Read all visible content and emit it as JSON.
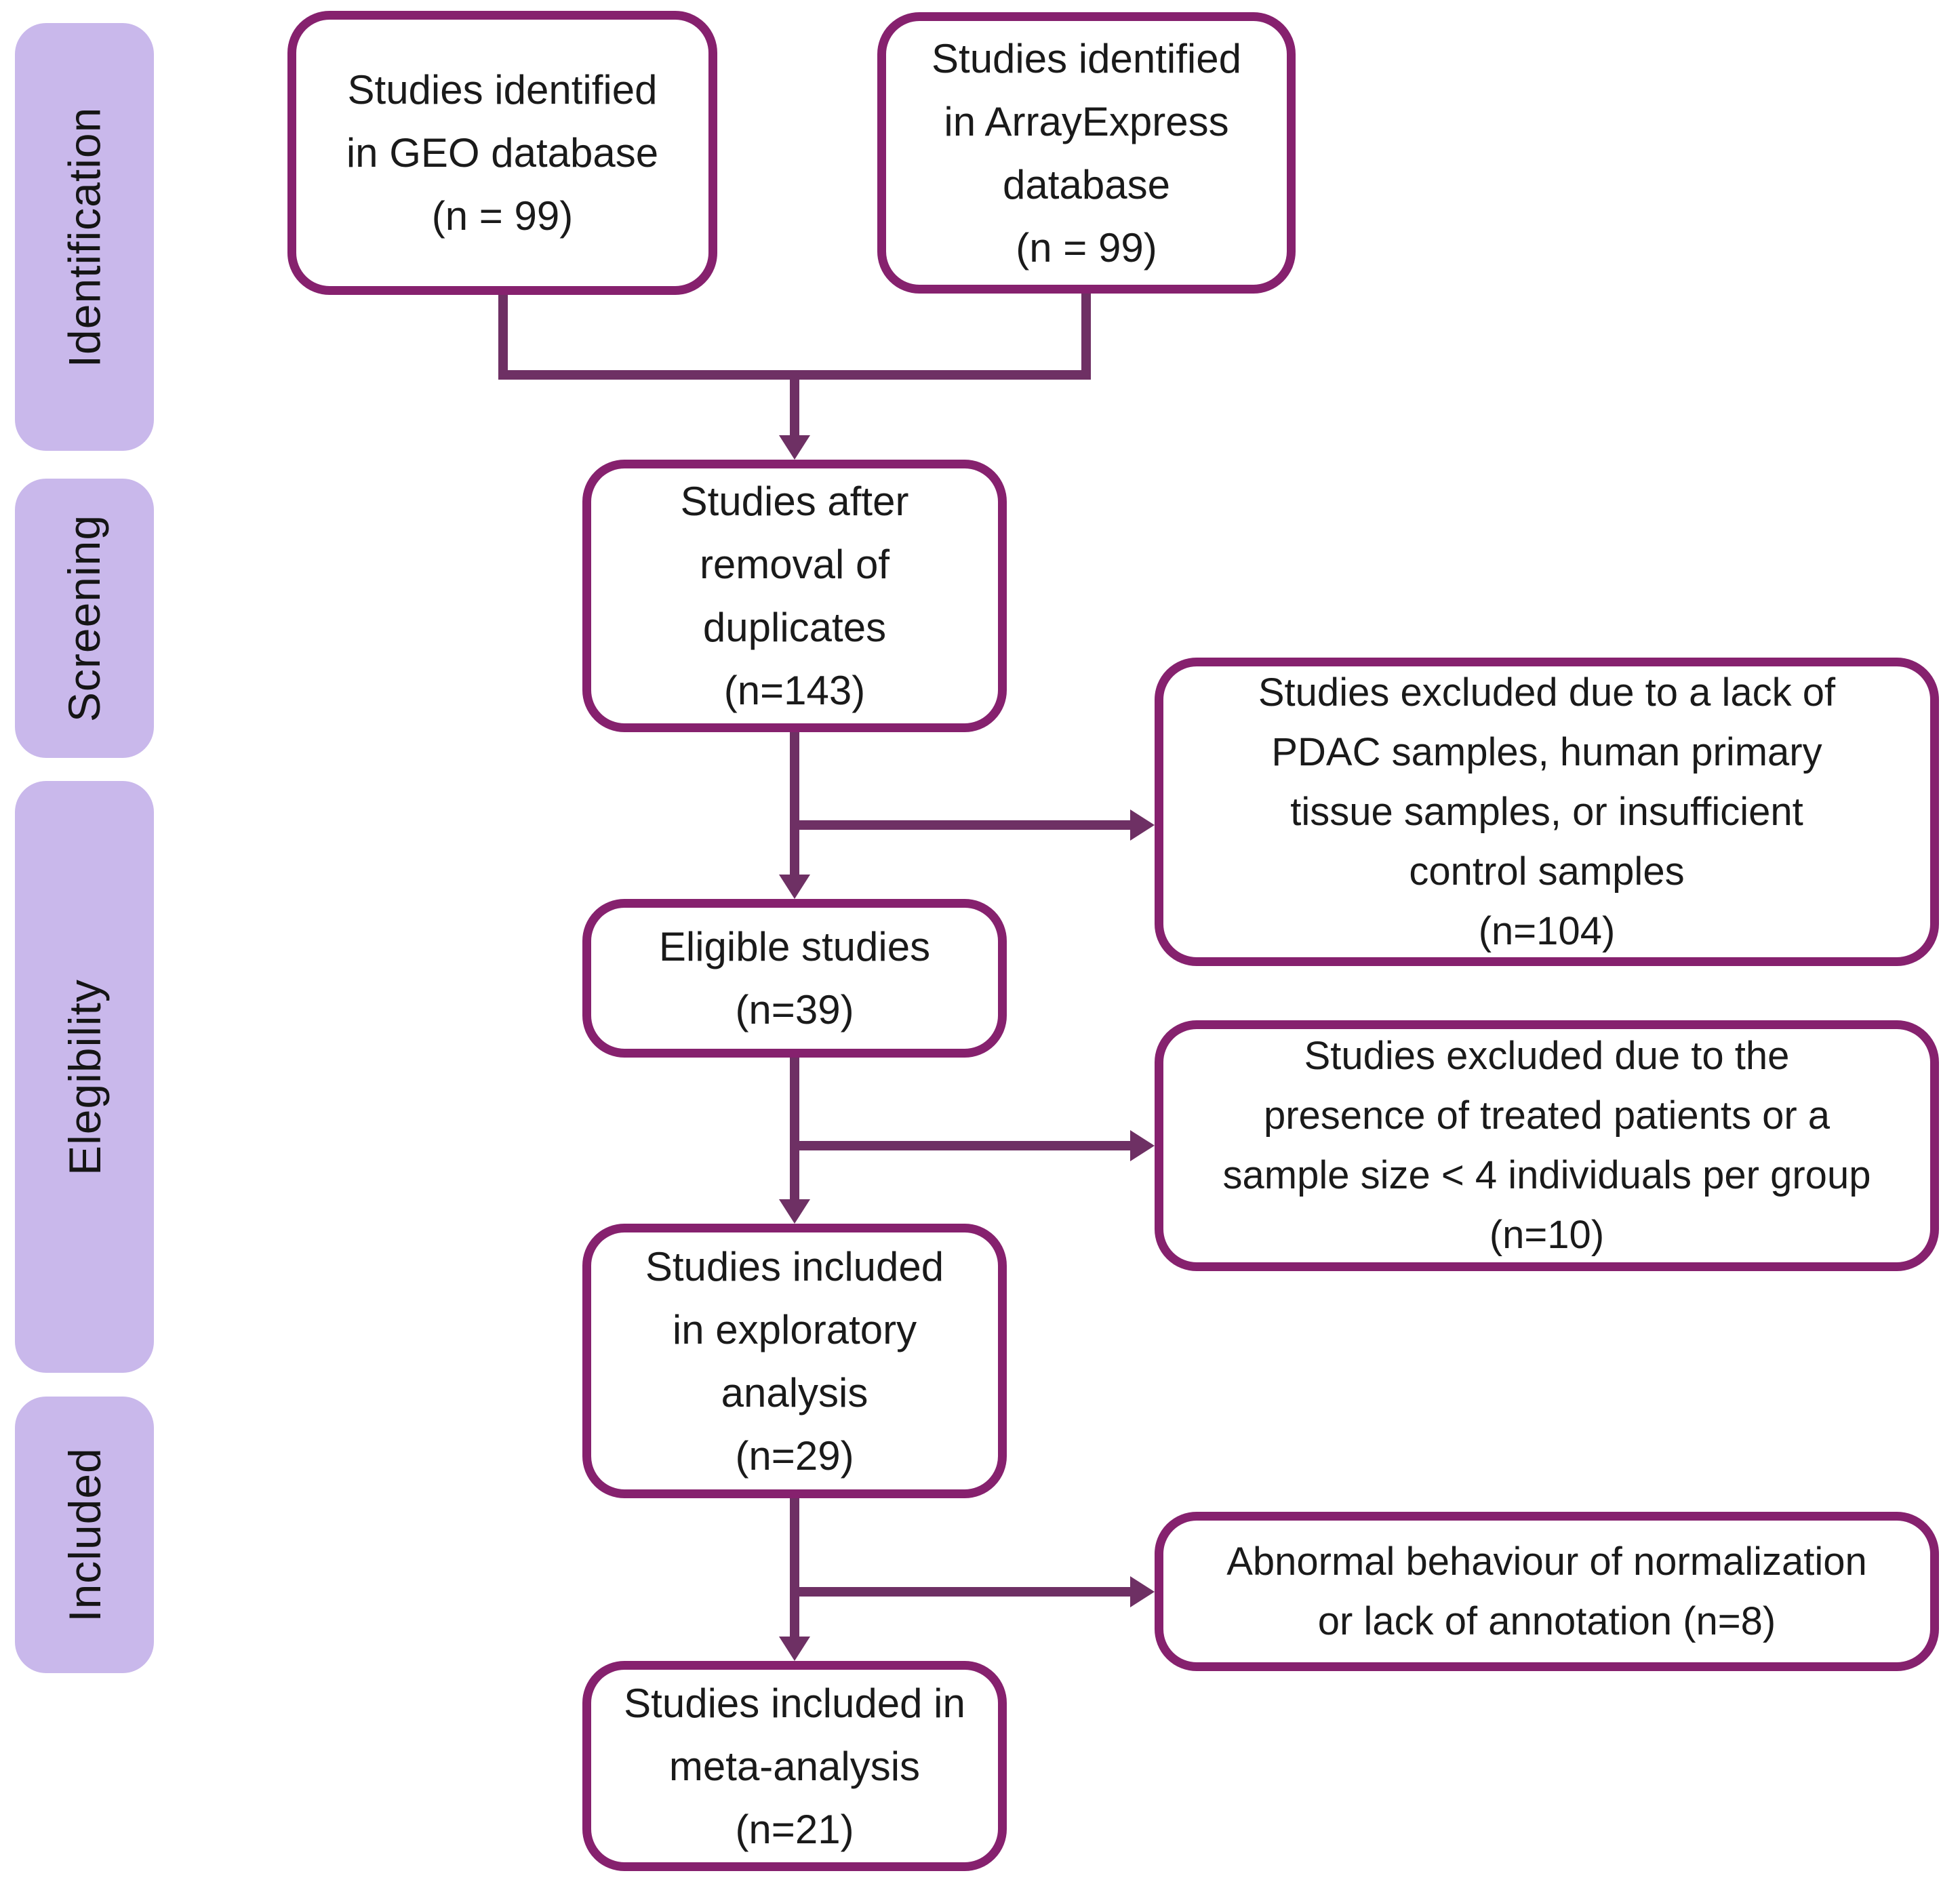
{
  "colors": {
    "box_border": "#86216e",
    "connector": "#6e3064",
    "sidebar_fill": "#c9b8eb",
    "text": "#1a1a1a",
    "box_fill": "#ffffff",
    "background": "#ffffff"
  },
  "sidebar": {
    "stages": [
      {
        "id": "identification",
        "label": "Identification"
      },
      {
        "id": "screening",
        "label": "Screening"
      },
      {
        "id": "elegibility",
        "label": "Elegibility"
      },
      {
        "id": "included",
        "label": "Included"
      }
    ]
  },
  "boxes": {
    "geo": {
      "n": 99,
      "lines": [
        "Studies identified",
        "in GEO database",
        "(n = 99)"
      ]
    },
    "arrayexpress": {
      "n": 99,
      "lines": [
        "Studies identified",
        "in ArrayExpress",
        "database",
        "(n = 99)"
      ]
    },
    "duplicates": {
      "n": 143,
      "lines": [
        "Studies after",
        "removal of",
        "duplicates",
        "(n=143)"
      ]
    },
    "eligible": {
      "n": 39,
      "lines": [
        "Eligible studies",
        "(n=39)"
      ]
    },
    "exploratory": {
      "n": 29,
      "lines": [
        "Studies included",
        "in exploratory",
        "analysis",
        "(n=29)"
      ]
    },
    "meta": {
      "n": 21,
      "lines": [
        "Studies included in",
        "meta-analysis",
        "(n=21)"
      ]
    },
    "excluded_lack": {
      "n": 104,
      "lines": [
        "Studies excluded due to a lack of",
        "PDAC samples, human primary",
        "tissue samples, or insufficient",
        "control samples",
        "(n=104)"
      ]
    },
    "excluded_treated": {
      "n": 10,
      "lines": [
        "Studies excluded due to the",
        "presence of treated patients or a",
        "sample size < 4 individuals per group",
        "(n=10)"
      ]
    },
    "excluded_abnormal": {
      "n": 8,
      "lines": [
        "Abnormal behaviour of normalization",
        "or lack of annotation (n=8)"
      ]
    }
  }
}
